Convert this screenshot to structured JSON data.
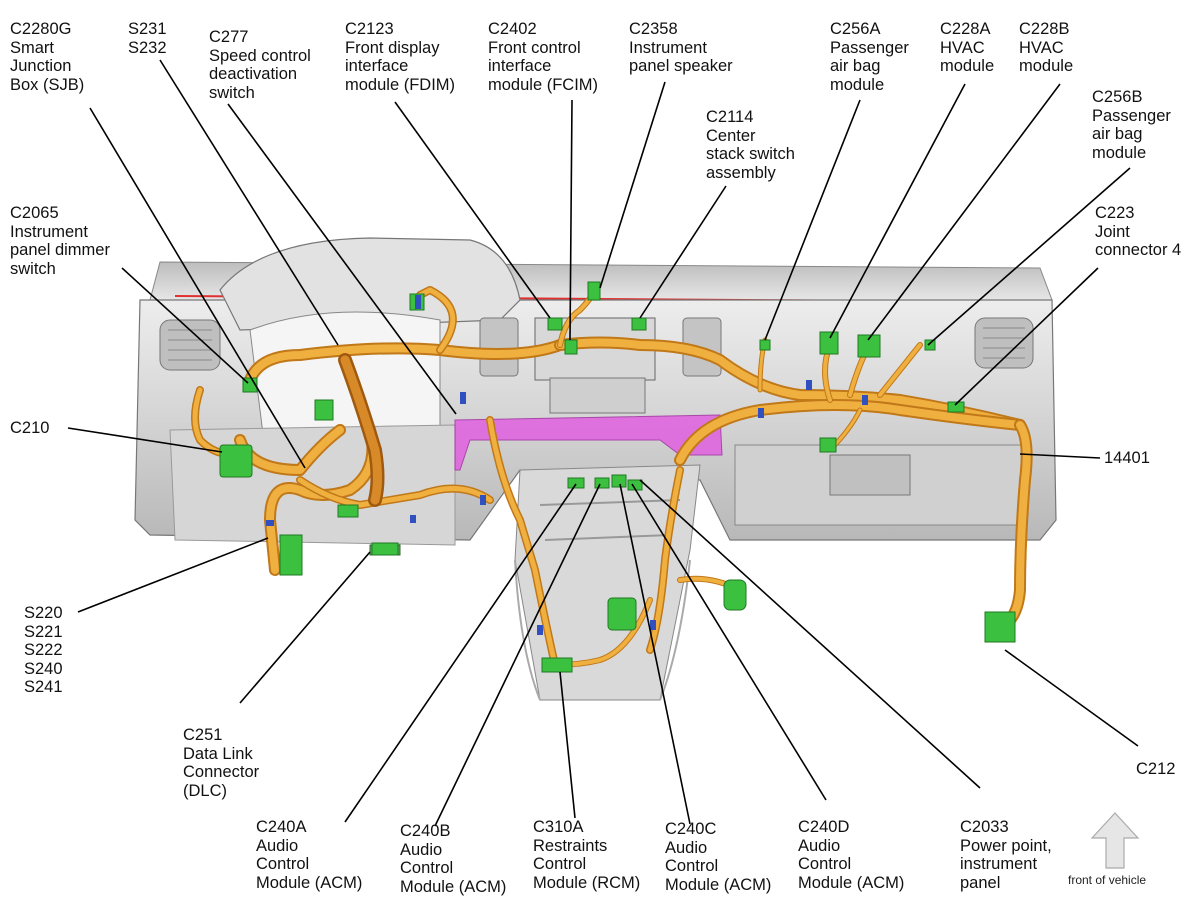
{
  "callouts": [
    {
      "id": "c2280g",
      "lines": [
        "C2280G",
        "Smart",
        "Junction",
        "Box (SJB)"
      ]
    },
    {
      "id": "s231",
      "lines": [
        "S231",
        "S232"
      ]
    },
    {
      "id": "c277",
      "lines": [
        "C277",
        "Speed control",
        "deactivation",
        "switch"
      ]
    },
    {
      "id": "c2123",
      "lines": [
        "C2123",
        "Front display",
        "interface",
        "module (FDIM)"
      ]
    },
    {
      "id": "c2402",
      "lines": [
        "C2402",
        "Front control",
        "interface",
        "module (FCIM)"
      ]
    },
    {
      "id": "c2358",
      "lines": [
        "C2358",
        "Instrument",
        "panel speaker"
      ]
    },
    {
      "id": "c2114",
      "lines": [
        "C2114",
        "Center",
        "stack switch",
        "assembly"
      ]
    },
    {
      "id": "c256a",
      "lines": [
        "C256A",
        "Passenger",
        "air bag",
        "module"
      ]
    },
    {
      "id": "c228a",
      "lines": [
        "C228A",
        "HVAC",
        "module"
      ]
    },
    {
      "id": "c228b",
      "lines": [
        "C228B",
        "HVAC",
        "module"
      ]
    },
    {
      "id": "c256b",
      "lines": [
        "C256B",
        "Passenger",
        "air bag",
        "module"
      ]
    },
    {
      "id": "c2065",
      "lines": [
        "C2065",
        "Instrument",
        "panel dimmer",
        "switch"
      ]
    },
    {
      "id": "c223",
      "lines": [
        "C223",
        "Joint",
        "connector 4"
      ]
    },
    {
      "id": "c210",
      "lines": [
        "C210"
      ]
    },
    {
      "id": "n14401",
      "lines": [
        "14401"
      ]
    },
    {
      "id": "s220",
      "lines": [
        "S220",
        "S221",
        "S222",
        "S240",
        "S241"
      ]
    },
    {
      "id": "c251",
      "lines": [
        "C251",
        "Data Link",
        "Connector",
        "(DLC)"
      ]
    },
    {
      "id": "c212",
      "lines": [
        "C212"
      ]
    },
    {
      "id": "c240a",
      "lines": [
        "C240A",
        "Audio",
        "Control",
        "Module (ACM)"
      ]
    },
    {
      "id": "c240b",
      "lines": [
        "C240B",
        "Audio",
        "Control",
        "Module (ACM)"
      ]
    },
    {
      "id": "c310a",
      "lines": [
        "C310A",
        "Restraints",
        "Control",
        "Module (RCM)"
      ]
    },
    {
      "id": "c240c",
      "lines": [
        "C240C",
        "Audio",
        "Control",
        "Module (ACM)"
      ]
    },
    {
      "id": "c240d",
      "lines": [
        "C240D",
        "Audio",
        "Control",
        "Module (ACM)"
      ]
    },
    {
      "id": "c2033",
      "lines": [
        "C2033",
        "Power point,",
        "instrument",
        "panel"
      ]
    }
  ],
  "orientation": {
    "label": "front of vehicle",
    "arrow_icon": "up-arrow-icon"
  },
  "colors": {
    "harness": "#e8a030",
    "connector": "#3cc040",
    "dash": "#c8c8c8",
    "highlight": "#e060e0",
    "clip": "#3050c0"
  }
}
